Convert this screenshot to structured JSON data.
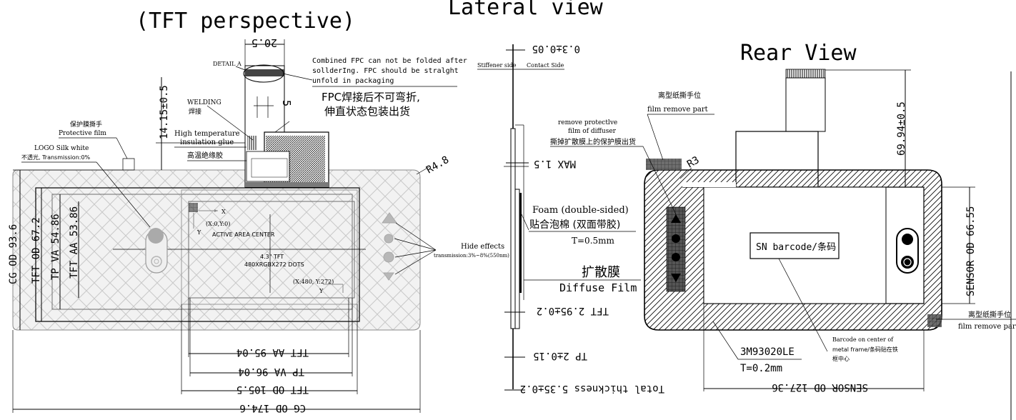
{
  "titles": {
    "tft_perspective": "(TFT perspective)",
    "lateral_view": "Lateral view",
    "rear_view": "Rear View"
  },
  "front": {
    "dim_20_5": "20.5",
    "detail_a": "DETAIL A",
    "fpc_note_en_1": "Combined FPC can not be folded after",
    "fpc_note_en_2": "sollderIng. FPC should be stralght",
    "fpc_note_en_3": "unfold in packaging",
    "fpc_note_cn_1": "FPC焊接后不可弯折,",
    "fpc_note_cn_2": "伸直状态包装出货",
    "welding_en": "WELDING",
    "welding_cn": "焊接",
    "dim_5": "5",
    "dim_14_15": "14.15±0.5",
    "ht_glue_1": "High temperature",
    "ht_glue_2": "insulation glue",
    "ht_glue_cn": "高温绝缘胶",
    "protective_cn": "保护膜撕手",
    "protective_en": "Protective film",
    "logo_silk": "LOGO Silk white",
    "opaque": "不透光, Transmission:0%",
    "r4_8": "R4.8",
    "x_axis": "X",
    "y_axis": "Y",
    "origin": "(X:0,Y:0)",
    "active_area_center": "ACTIVE AREA CENTER",
    "tft_size": "4.3\" TFT",
    "dots": "480XRGBX272 DOTS",
    "end_coord": "(X:480, Y:272)",
    "hide_effects": "Hide effects",
    "hide_trans": "transmission:3%~8%(550nm)",
    "cg_od_v": "CG OD 93.6",
    "tft_od_v": "TFT OD 67.2",
    "tp_va_v": "TP VA 54.86",
    "tft_aa_v": "TFT AA 53.86",
    "tft_aa_h": "TFT AA 95.04",
    "tp_va_h": "TP VA 96.04",
    "tft_od_h": "TFT OD 105.5",
    "cg_od_h": "CG OD 174.6"
  },
  "lateral": {
    "dim_0_3": "0.3±0.05",
    "stiffener": "Stiffener side",
    "contact": "Contact Side",
    "max_1_5": "MAX 1.5",
    "foam_en": "Foam (double-sided)",
    "foam_cn": "贴合泡棉 (双面带胶)",
    "foam_t": "T=0.5mm",
    "diffuse_cn": "扩散膜",
    "diffuse_en": "Diffuse Film",
    "tft_thk": "TFT 2.95±0.2",
    "tp_thk": "TP 2±0.15",
    "total": "Total thickness 5.35±0.2",
    "remove_1": "remove protectlve",
    "remove_2": "film of diffuser",
    "remove_cn": "撕掉扩散膜上的保护膜出货"
  },
  "rear": {
    "release_cn_top": "离型纸撕手位",
    "release_en_top": "film remove part",
    "r3": "R3",
    "dim_69_94": "69.94±0.5",
    "sn_barcode": "SN barcode/条码",
    "sensor_od_v": "SENSOR OD 66.55",
    "release_cn_bot": "离型纸撕手位",
    "release_en_bot": "film remove part",
    "barcode_1": "Barcode on center of",
    "barcode_2": "metal frame/条码贴在铁",
    "barcode_3": "框中心",
    "tape": "3M93020LE",
    "tape_t": "T=0.2mm",
    "sensor_od_h": "SENSOR OD 127.36"
  }
}
